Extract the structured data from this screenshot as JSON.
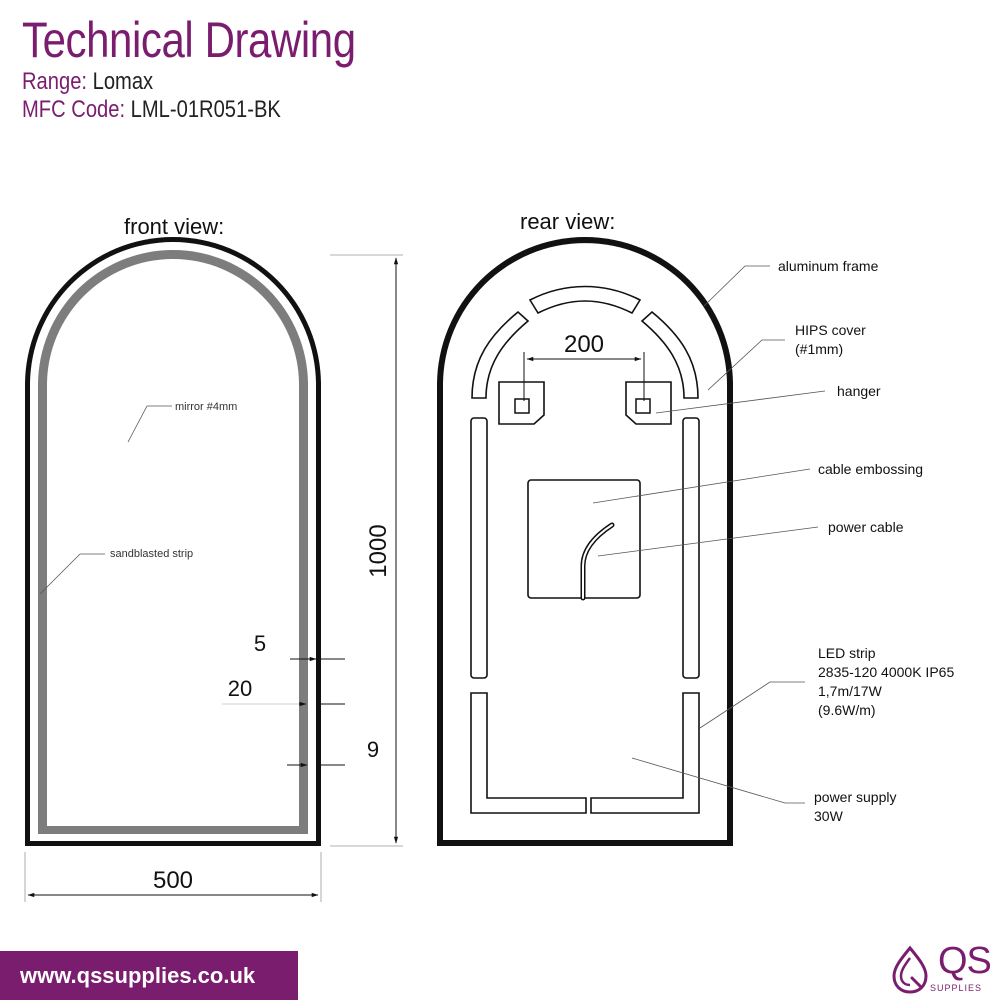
{
  "header": {
    "title": "Technical Drawing",
    "range_label": "Range:",
    "range_value": "Lomax",
    "code_label": "MFC Code:",
    "code_value": "LML-01R051-BK"
  },
  "front_view": {
    "label": "front view:",
    "mirror_label": "mirror #4mm",
    "strip_label": "sandblasted strip",
    "dim_height": "1000",
    "dim_width": "500",
    "dim_5": "5",
    "dim_20": "20",
    "dim_9": "9"
  },
  "rear_view": {
    "label": "rear view:",
    "dim_hanger_spacing": "200",
    "callouts": {
      "aluminum_frame": "aluminum frame",
      "hips_cover_1": "HIPS cover",
      "hips_cover_2": "(#1mm)",
      "hanger": "hanger",
      "cable_embossing": "cable embossing",
      "power_cable": "power cable",
      "led_strip_1": "LED strip",
      "led_strip_2": "2835-120 4000K IP65",
      "led_strip_3": "1,7m/17W",
      "led_strip_4": "(9.6W/m)",
      "power_supply_1": "power supply",
      "power_supply_2": "30W"
    }
  },
  "footer": {
    "website": "www.qssupplies.co.uk",
    "logo_text": "QS",
    "logo_sub": "SUPPLIES"
  },
  "colors": {
    "brand": "#7a1d6f",
    "strip": "#7d7d7d"
  }
}
